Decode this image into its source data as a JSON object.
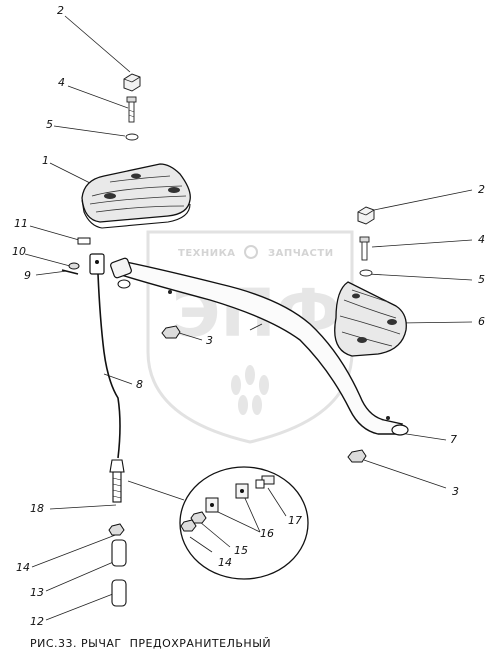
{
  "caption": "РИС.33. РЫЧАГ  ПРЕДОХРАНИТЕЛЬНЫЙ",
  "watermark": {
    "brand_left": "ТЕХНИКА",
    "brand_right": "ЗАПЧАСТИ",
    "logo": "ЭПФ"
  },
  "callouts": {
    "c2a": "2",
    "c4a": "4",
    "c5a": "5",
    "c1": "1",
    "c11": "11",
    "c10": "10",
    "c9": "9",
    "c2b": "2",
    "c4b": "4",
    "c5b": "5",
    "c6": "6",
    "c3a": "3",
    "c8": "8",
    "c7": "7",
    "c3b": "3",
    "c18": "18",
    "c17": "17",
    "c16": "16",
    "c15": "15",
    "c14a": "14",
    "c14b": "14",
    "c13": "13",
    "c12": "12"
  }
}
